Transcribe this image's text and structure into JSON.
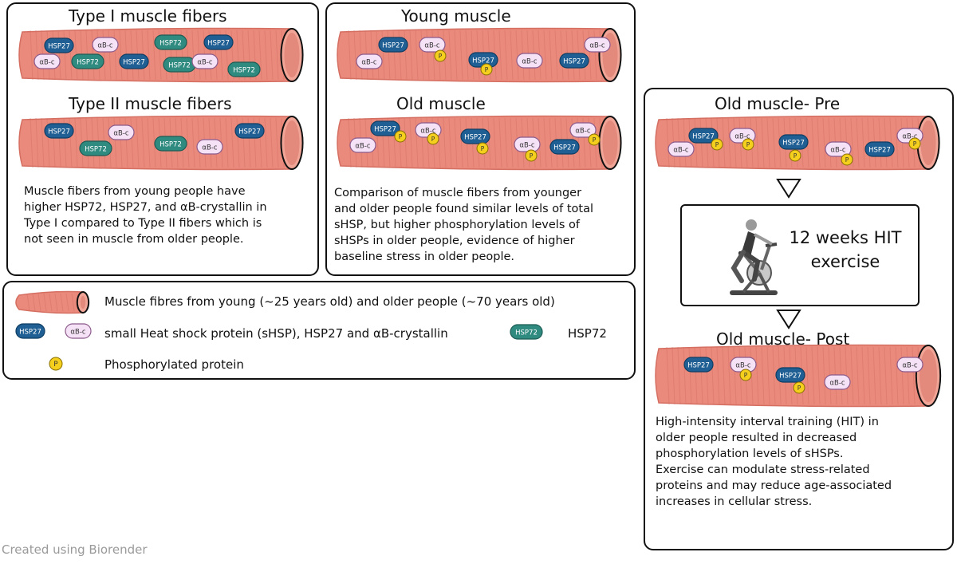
{
  "labels": {
    "hsp27": "HSP27",
    "hsp72": "HSP72",
    "abc": "αB-c",
    "p": "P"
  },
  "colors": {
    "fiber": "#e98a7c",
    "fiber_dark": "#d56f62",
    "hsp27": "#1f5f93",
    "hsp72": "#2f8a80",
    "abc_fill": "#f6e2f6",
    "abc_stroke": "#8b5a8b",
    "phospho": "#f4cf1d"
  },
  "panel1": {
    "title_top": "Type I muscle fibers",
    "title_bottom": "Type II muscle fibers",
    "text_lines": [
      "Muscle fibers from young people have",
      "higher HSP72, HSP27, and αB-crystallin in",
      "Type I compared to Type II fibers which is",
      "not seen in muscle from older people."
    ]
  },
  "panel2": {
    "title_top": "Young muscle",
    "title_bottom": "Old muscle",
    "text_lines": [
      "Comparison of muscle fibers from younger",
      "and older people found similar levels of total",
      "sHSP, but higher phosphorylation levels of",
      "sHSPs in older people, evidence of higher",
      "baseline stress in older people."
    ]
  },
  "legend": {
    "fiber_text": "Muscle fibres from young (~25 years old) and older people (~70 years old)",
    "shsp_text": "small Heat shock protein (sHSP), HSP27 and αB-crystallin",
    "hsp72_text": "HSP72",
    "phospho_text": "Phosphorylated protein"
  },
  "panel3": {
    "title_pre": "Old muscle- Pre",
    "hit_line1": "12 weeks HIT",
    "hit_line2": "exercise",
    "title_post": "Old muscle- Post",
    "text_lines": [
      "High-intensity interval training (HIT) in",
      "older people resulted in decreased",
      "phosphorylation levels of sHSPs.",
      "Exercise can modulate stress-related",
      "proteins and may reduce age-associated",
      "increases in cellular stress."
    ]
  },
  "footer": {
    "credit": "Created using Biorender"
  }
}
